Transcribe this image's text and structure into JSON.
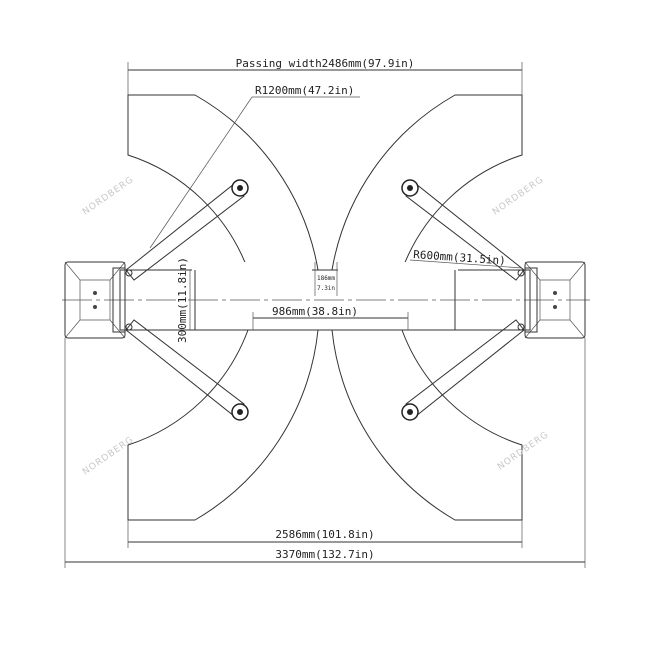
{
  "dimensions": {
    "passing_width": "Passing width2486mm(97.9in)",
    "arm_radius_max": "R1200mm(47.2in)",
    "arm_radius_min": "R600mm(31.5in)",
    "small_gap_mm": "186mm",
    "small_gap_in": "7.3in",
    "beam_height": "300mm(11.8in)",
    "inner_span": "986mm(38.8in)",
    "column_span": "2586mm(101.8in)",
    "overall_width": "3370mm(132.7in)"
  },
  "watermark": "NORDBERG"
}
